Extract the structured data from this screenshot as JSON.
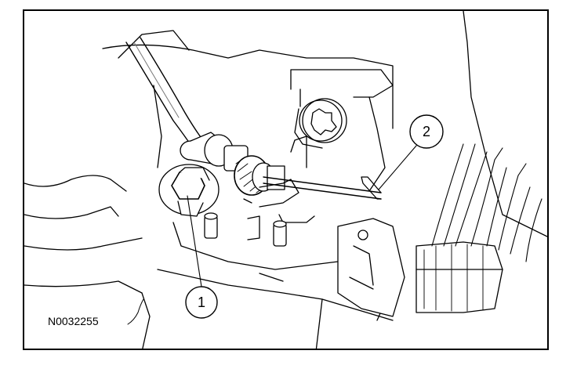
{
  "figure": {
    "image_code": "N0032255",
    "callouts": [
      {
        "number": "1",
        "part": "bolt"
      },
      {
        "number": "2",
        "part": "cable-retaining-clip"
      }
    ],
    "colors": {
      "line": "#000000",
      "background": "#ffffff"
    }
  }
}
